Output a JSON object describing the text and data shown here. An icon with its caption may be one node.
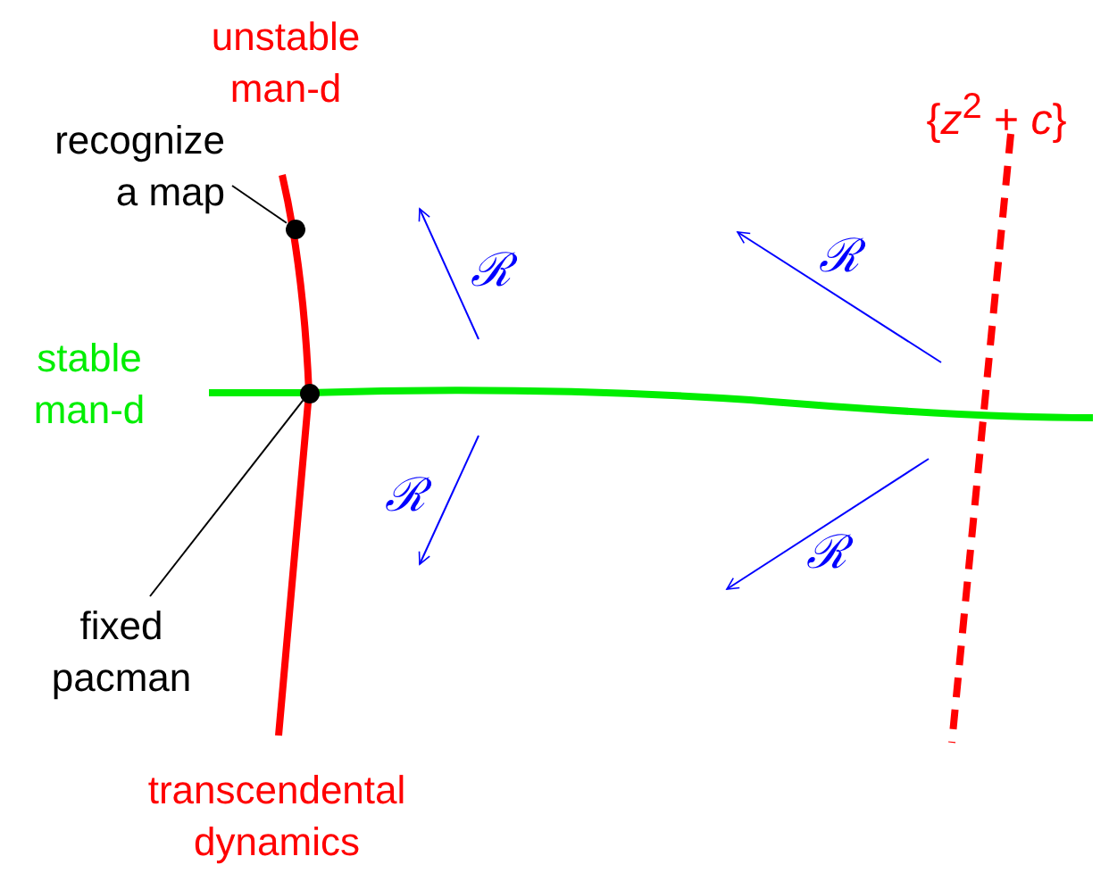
{
  "diagram": {
    "nodes": [
      {
        "text": [
          "recognize a map"
        ]
      },
      {
        "text": [],
        "shape": "circle"
      },
      {
        "text": [
          "fixed pacman"
        ]
      },
      {
        "text": [],
        "shape": "circle"
      }
    ],
    "edges": [
      {
        "from": 0,
        "to": 1,
        "arrow": "none"
      },
      {
        "from": 2,
        "to": 3,
        "arrow": "none"
      }
    ],
    "labels": [
      "unstable man-d",
      "{*z*$^{2}$ + *c*}",
      "ℛ",
      "ℛ",
      "stable man-d",
      "ℛ",
      "ℛ",
      "transcendental dynamics"
    ]
  }
}
